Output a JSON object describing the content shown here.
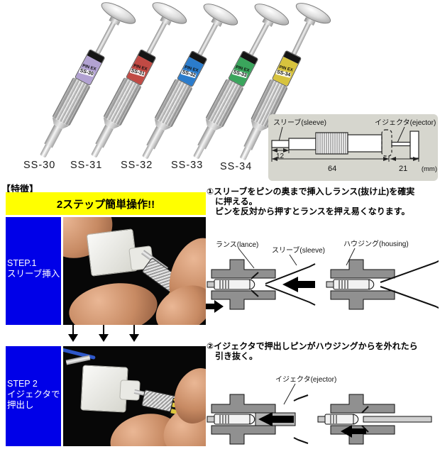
{
  "products": {
    "band_text": "PIN EX",
    "items": [
      {
        "model": "SS-30",
        "color": "#b2a2d2"
      },
      {
        "model": "SS-31",
        "color": "#c14a44"
      },
      {
        "model": "SS-32",
        "color": "#2b7ccc"
      },
      {
        "model": "SS-33",
        "color": "#3aa55c"
      },
      {
        "model": "SS-34",
        "color": "#d7c33e"
      }
    ]
  },
  "tech_diagram": {
    "sleeve_label": "スリーブ(sleeve)",
    "ejector_label": "イジェクタ(ejector)",
    "dim_sleeve": "12",
    "dim_total": "64",
    "dim_ejector": "21",
    "unit": "(mm)",
    "bg": "#d6d6ce"
  },
  "features": {
    "heading": "【特徴】",
    "banner": "2ステップ簡単操作!!",
    "step1": {
      "sidebar": [
        "STEP.1",
        "スリーブ挿入"
      ],
      "note": [
        "①スリーブをピンの奥まで挿入しランス(抜け止)を確実",
        "に押える。",
        "ピンを反対から押すとランスを押え易くなります。"
      ],
      "labels": {
        "lance": "ランス(lance)",
        "sleeve": "スリーブ(sleeve)",
        "housing": "ハウジング(housing)"
      }
    },
    "step2": {
      "sidebar": [
        "STEP 2",
        "イジェクタで",
        "押出し"
      ],
      "note": [
        "②イジェクタで押出しピンがハウジングからを外れたら",
        "引き抜く。"
      ],
      "labels": {
        "ejector": "イジェクタ(ejector)"
      }
    }
  },
  "colors": {
    "banner_bg": "#ffff00",
    "step_panel_bg": "#0000e8"
  }
}
